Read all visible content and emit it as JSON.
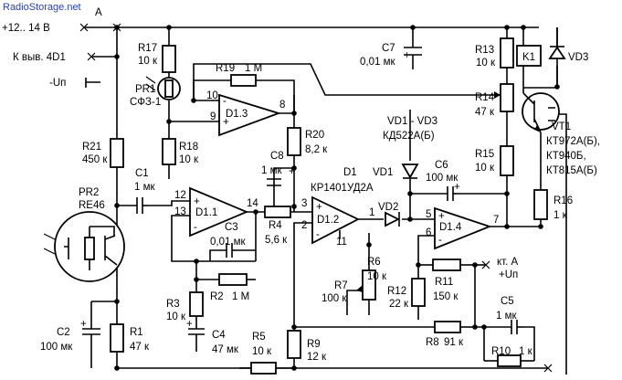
{
  "watermark": "RadioStorage.net",
  "supply": {
    "label": "+12.. 14 B",
    "node_a": "A"
  },
  "k_output": "К выв. 4D1",
  "minus_up": "-Uп",
  "components": {
    "r17": {
      "name": "R17",
      "value": "10 к"
    },
    "pr1": {
      "name": "PR1",
      "value": "СФЗ-1"
    },
    "r19": {
      "name": "R19",
      "value": "1 M"
    },
    "r18": {
      "name": "R18",
      "value": "10 к"
    },
    "r21": {
      "name": "R21",
      "value": "450 к"
    },
    "c1": {
      "name": "C1",
      "value": "1 мк"
    },
    "pr2": {
      "name": "PR2",
      "value": "RE46"
    },
    "c2": {
      "name": "C2",
      "value": "100 мк"
    },
    "r1": {
      "name": "R1",
      "value": "47 к"
    },
    "c7": {
      "name": "C7",
      "value": "0,01 мк"
    },
    "r20": {
      "name": "R20",
      "value": "8,2 к"
    },
    "c8": {
      "name": "C8",
      "value": "1 мк"
    },
    "r4": {
      "name": "R4",
      "value": "5,6 к"
    },
    "c3": {
      "name": "C3",
      "value": "0,01 мк"
    },
    "r2": {
      "name": "R2",
      "value": "1 M"
    },
    "r3": {
      "name": "R3",
      "value": "10 к"
    },
    "c4": {
      "name": "C4",
      "value": "47 мк"
    },
    "r5": {
      "name": "R5",
      "value": "10 к"
    },
    "r9": {
      "name": "R9",
      "value": "12 к"
    },
    "r7": {
      "name": "R7",
      "value": "100 к"
    },
    "r6": {
      "name": "R6",
      "value": "10 к"
    },
    "r12": {
      "name": "R12",
      "value": "22 к"
    },
    "r11": {
      "name": "R11",
      "value": "150 к"
    },
    "r8": {
      "name": "R8",
      "value": "91 к"
    },
    "r13": {
      "name": "R13",
      "value": "10 к"
    },
    "r14": {
      "name": "R14",
      "value": "47 к"
    },
    "r15": {
      "name": "R15",
      "value": "10 к"
    },
    "r16": {
      "name": "R16",
      "value": "1 к"
    },
    "c6": {
      "name": "C6",
      "value": "100 мк"
    },
    "c5": {
      "name": "C5",
      "value": "1 мк"
    },
    "r10": {
      "name": "R10",
      "value": "1 к"
    },
    "k1": {
      "name": "K1"
    },
    "vd3": {
      "name": "VD3"
    },
    "vd1": {
      "name": "VD1"
    },
    "vd2": {
      "name": "VD2"
    },
    "d1": {
      "name": "D1",
      "value": "КР1401УД2А"
    }
  },
  "diodes_note": {
    "line1": "VD1 - VD3",
    "line2": "КД522А(Б)"
  },
  "vt1": {
    "name": "VT1",
    "types": [
      "КТ972А(Б),",
      "КТ940Б,",
      "КТ815А(Б)"
    ]
  },
  "opamps": {
    "d13": "D1.3",
    "d11": "D1.1",
    "d12": "D1.2",
    "d14": "D1.4"
  },
  "pins": {
    "p10": "10",
    "p9": "9",
    "p8": "8",
    "p12": "12",
    "p13": "13",
    "p14": "14",
    "p3": "3",
    "p2": "2",
    "p1": "1",
    "p11": "11",
    "p5": "5",
    "p6": "6",
    "p7": "7"
  },
  "test_point": {
    "line1": "кт. А",
    "line2": "+Uп"
  },
  "symbols": {
    "plus": "+",
    "minus": "-"
  }
}
